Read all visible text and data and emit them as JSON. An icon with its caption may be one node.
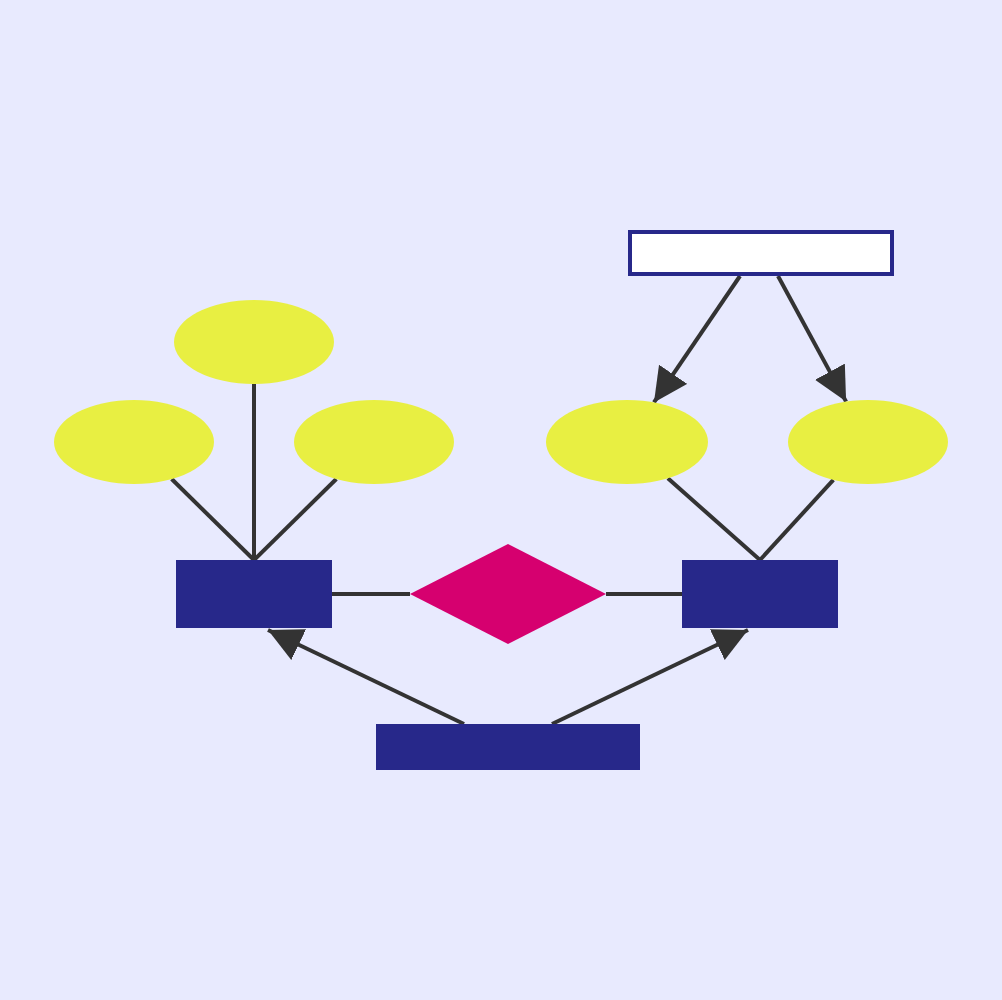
{
  "diagram": {
    "nodes": [
      {
        "text": [],
        "shape": "box"
      },
      {
        "text": [],
        "shape": "ellipse"
      },
      {
        "text": [],
        "shape": "ellipse"
      },
      {
        "text": [],
        "shape": "ellipse"
      },
      {
        "text": [],
        "shape": "ellipse"
      },
      {
        "text": [],
        "shape": "ellipse"
      },
      {
        "text": [],
        "shape": "box"
      },
      {
        "text": [],
        "shape": "diamond"
      },
      {
        "text": [],
        "shape": "box"
      },
      {
        "text": [],
        "shape": "box"
      }
    ],
    "edges": [
      {
        "from": 0,
        "to": 4,
        "arrow": "to"
      },
      {
        "from": 0,
        "to": 5,
        "arrow": "to"
      },
      {
        "from": 1,
        "to": 6,
        "arrow": "none"
      },
      {
        "from": 2,
        "to": 6,
        "arrow": "none"
      },
      {
        "from": 3,
        "to": 6,
        "arrow": "none"
      },
      {
        "from": 4,
        "to": 8,
        "arrow": "none"
      },
      {
        "from": 5,
        "to": 8,
        "arrow": "none"
      },
      {
        "from": 6,
        "to": 7,
        "arrow": "none"
      },
      {
        "from": 7,
        "to": 8,
        "arrow": "none"
      },
      {
        "from": 9,
        "to": 6,
        "arrow": "to"
      },
      {
        "from": 9,
        "to": 8,
        "arrow": "to"
      }
    ]
  }
}
